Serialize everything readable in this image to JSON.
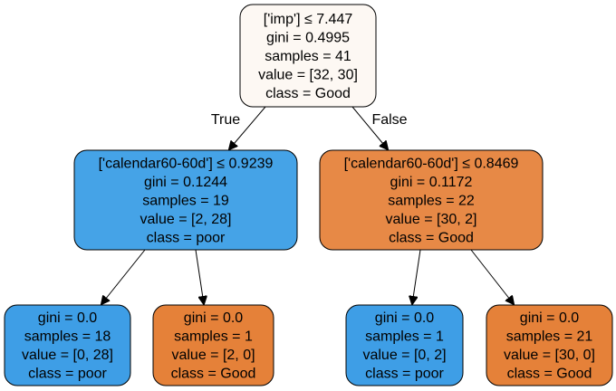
{
  "colors": {
    "root": "#fdf8f3",
    "poor": "#3e9ee6",
    "poor_light": "#45a3e7",
    "good": "#e58139",
    "good_light": "#e78946"
  },
  "nodes": {
    "root": {
      "lines": [
        "['imp'] ≤ 7.447",
        "gini = 0.4995",
        "samples = 41",
        "value = [32, 30]",
        "class = Good"
      ]
    },
    "left": {
      "lines": [
        "['calendar60-60d'] ≤ 0.9239",
        "gini = 0.1244",
        "samples = 19",
        "value = [2, 28]",
        "class = poor"
      ]
    },
    "right": {
      "lines": [
        "['calendar60-60d'] ≤ 0.8469",
        "gini = 0.1172",
        "samples = 22",
        "value = [30, 2]",
        "class = Good"
      ]
    },
    "ll": {
      "lines": [
        "gini = 0.0",
        "samples = 18",
        "value = [0, 28]",
        "class = poor"
      ]
    },
    "lr": {
      "lines": [
        "gini = 0.0",
        "samples = 1",
        "value = [2, 0]",
        "class = Good"
      ]
    },
    "rl": {
      "lines": [
        "gini = 0.0",
        "samples = 1",
        "value = [0, 2]",
        "class = poor"
      ]
    },
    "rr": {
      "lines": [
        "gini = 0.0",
        "samples = 21",
        "value = [30, 0]",
        "class = Good"
      ]
    }
  },
  "edge_labels": {
    "true_label": "True",
    "false_label": "False"
  }
}
